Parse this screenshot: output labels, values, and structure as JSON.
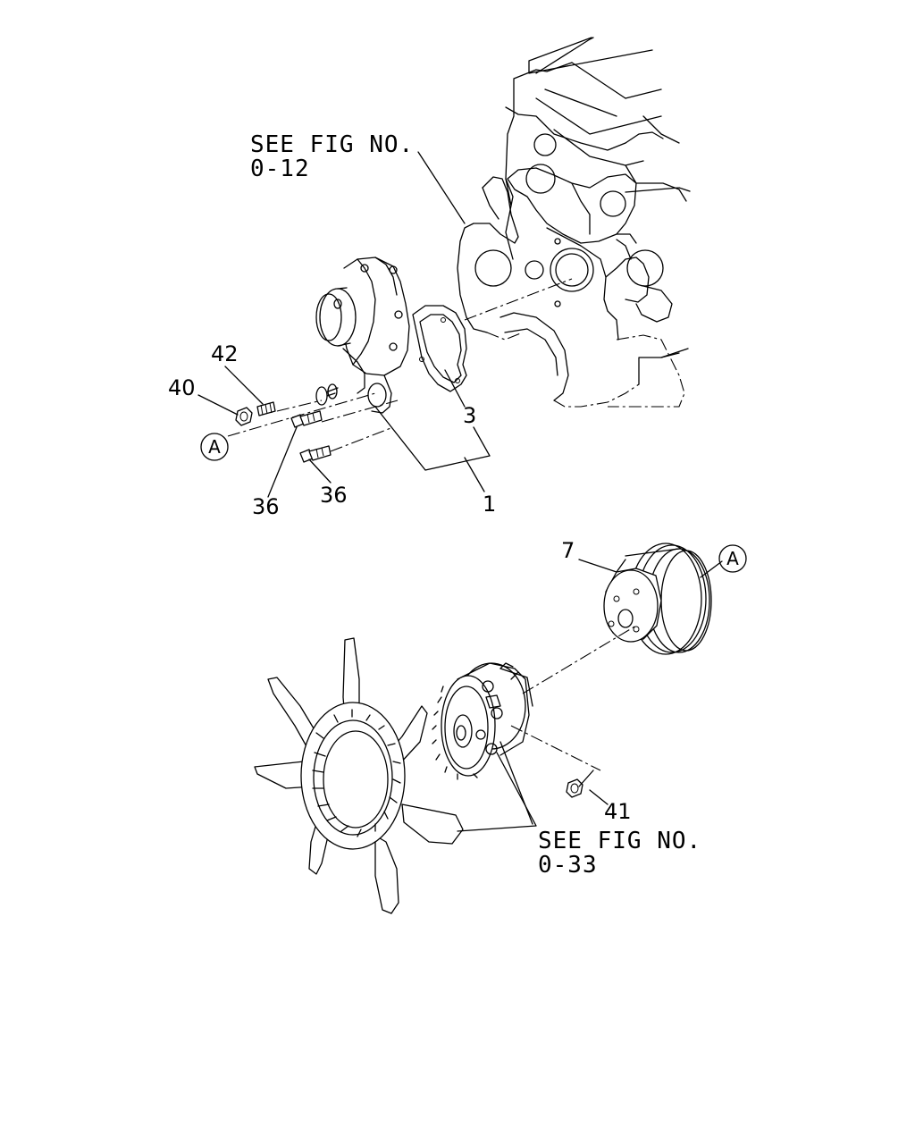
{
  "references": {
    "top": {
      "line1": "SEE FIG NO.",
      "line2": "0-12"
    },
    "bottom": {
      "line1": "SEE FIG NO.",
      "line2": "0-33"
    }
  },
  "callouts": {
    "p1": "1",
    "p3": "3",
    "p7": "7",
    "p36a": "36",
    "p36b": "36",
    "p40": "40",
    "p41": "41",
    "p42": "42",
    "markA1": "A",
    "markA2": "A"
  }
}
